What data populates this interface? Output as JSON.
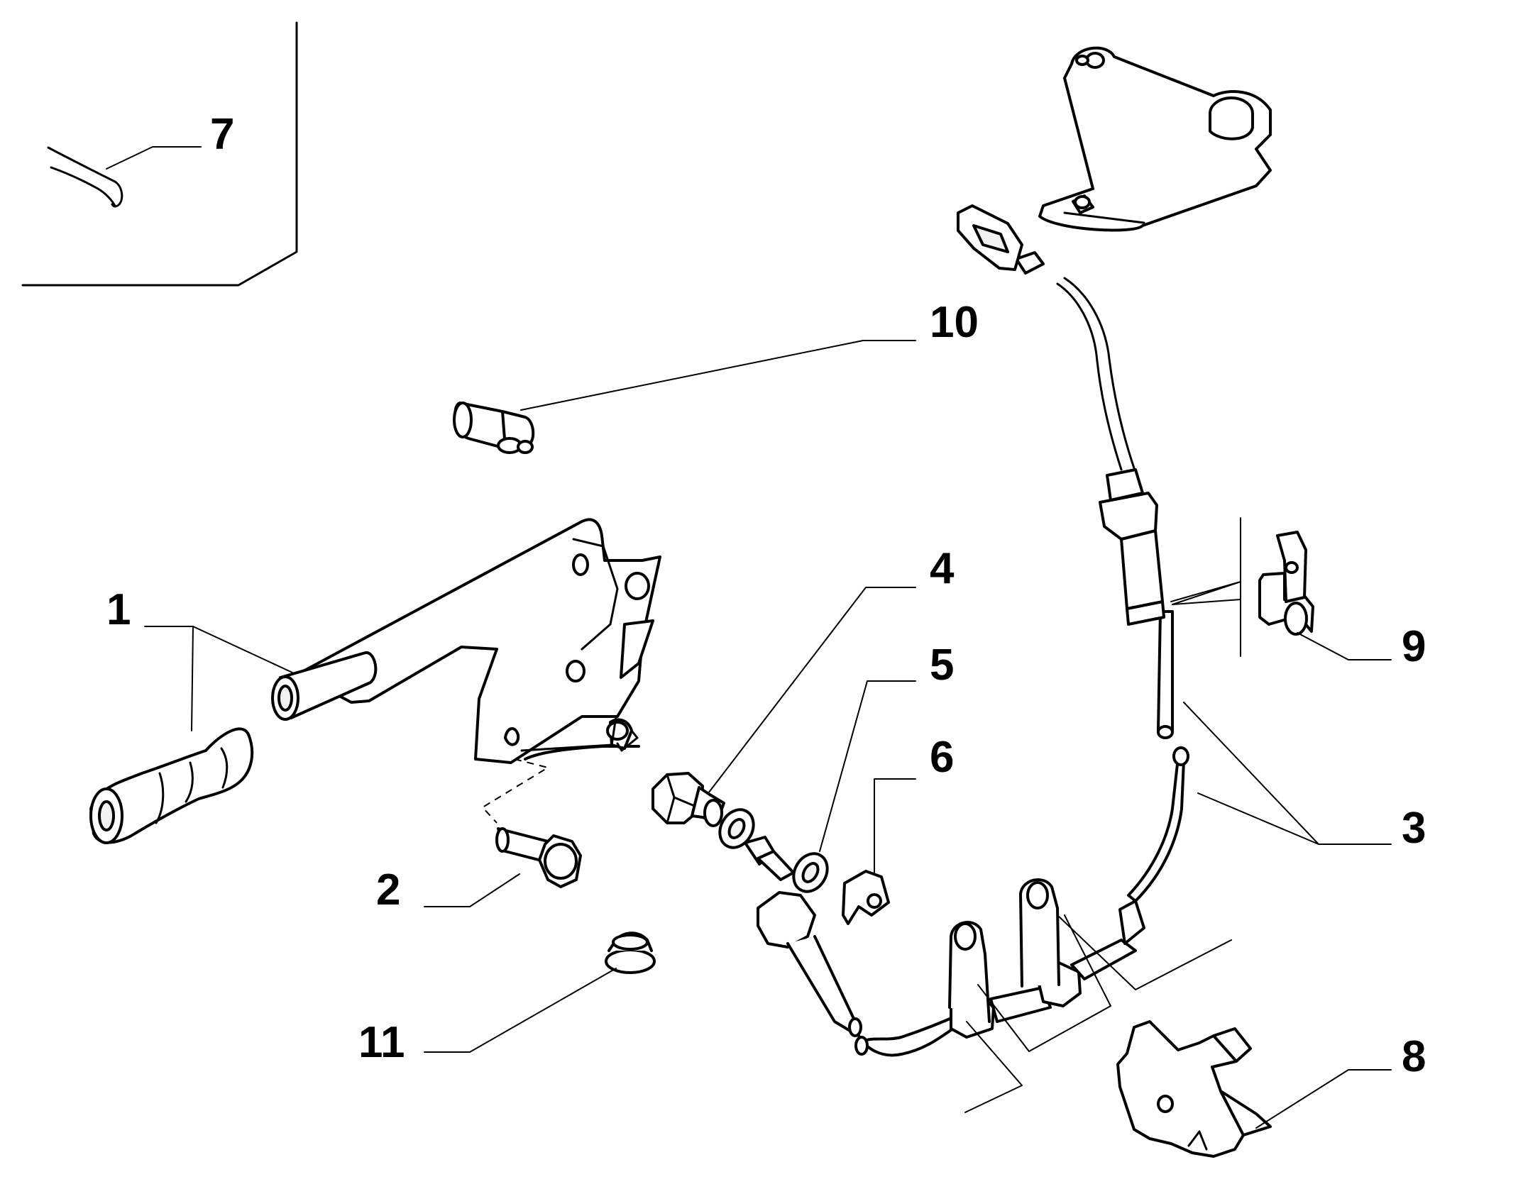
{
  "labels": {
    "l1": "1",
    "l2": "2",
    "l3": "3",
    "l4": "4",
    "l5": "5",
    "l6": "6",
    "l7": "7",
    "l8": "8",
    "l9": "9",
    "l10": "10",
    "l11": "11"
  },
  "colors": {
    "ink": "#000000",
    "paper": "#ffffff",
    "shade": "#f2f2f2"
  }
}
